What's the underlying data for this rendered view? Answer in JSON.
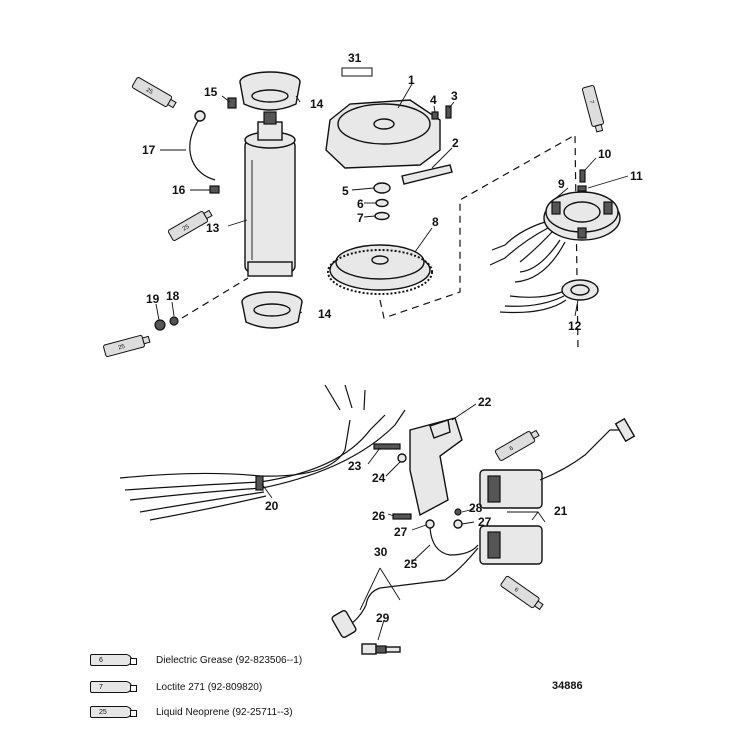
{
  "callouts": {
    "c1": "1",
    "c2": "2",
    "c3": "3",
    "c4": "4",
    "c5": "5",
    "c6": "6",
    "c7": "7",
    "c8": "8",
    "c9": "9",
    "c10": "10",
    "c11": "11",
    "c12": "12",
    "c13": "13",
    "c14a": "14",
    "c14b": "14",
    "c15": "15",
    "c16": "16",
    "c17": "17",
    "c18": "18",
    "c19": "19",
    "c20": "20",
    "c21": "21",
    "c22": "22",
    "c23": "23",
    "c24": "24",
    "c25": "25",
    "c26": "26",
    "c27a": "27",
    "c27b": "27",
    "c28": "28",
    "c29": "29",
    "c30": "30",
    "c31": "31"
  },
  "tubes": {
    "t1": "25",
    "t2": "25",
    "t3": "25",
    "t4": "7",
    "t5": "6",
    "t6": "6"
  },
  "legend": [
    {
      "code": "6",
      "text": "Dielectric Grease (92-823506--1)"
    },
    {
      "code": "7",
      "text": "Loctite 271 (92-809820)"
    },
    {
      "code": "25",
      "text": "Liquid Neoprene (92-25711--3)"
    }
  ],
  "figure_number": "34886"
}
